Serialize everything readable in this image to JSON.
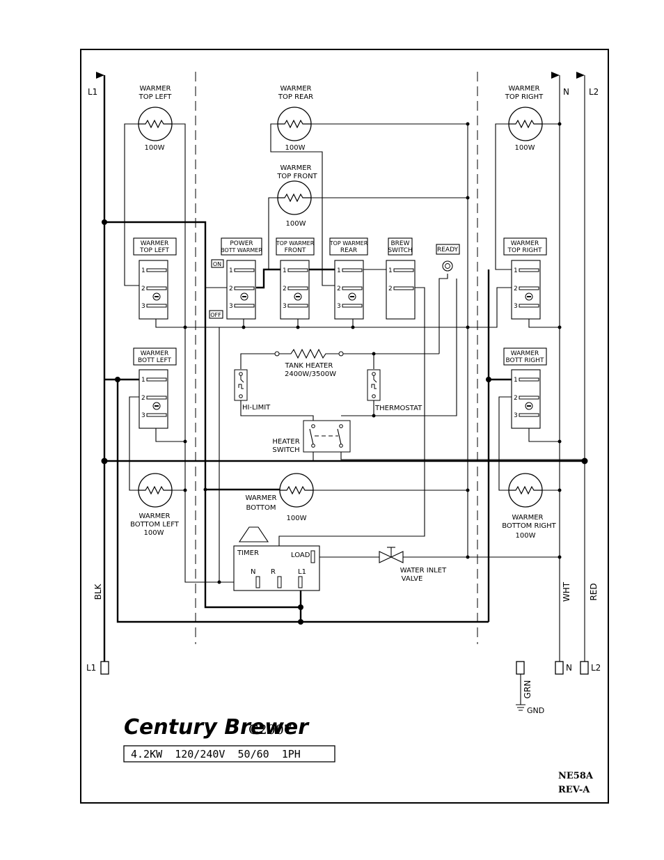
{
  "terminals": {
    "l1_top": "L1",
    "n_top": "N",
    "l2_top": "L2",
    "l1_bottom": "L1",
    "n_bottom": "N",
    "l2_bottom": "L2",
    "gnd": "GND"
  },
  "wire_colors": {
    "l1": "BLK",
    "n": "WHT",
    "l2": "RED",
    "ground": "GRN"
  },
  "warmers": {
    "top_left": {
      "line1": "WARMER",
      "line2": "TOP LEFT",
      "watts": "100W"
    },
    "top_rear": {
      "line1": "WARMER",
      "line2": "TOP REAR",
      "watts": "100W"
    },
    "top_right": {
      "line1": "WARMER",
      "line2": "TOP RIGHT",
      "watts": "100W"
    },
    "top_front": {
      "line1": "WARMER",
      "line2": "TOP FRONT",
      "watts": "100W"
    },
    "bottom": {
      "line1": "WARMER",
      "line2": "BOTTOM",
      "watts": "100W"
    },
    "bottom_left": {
      "line1": "WARMER",
      "line2": "BOTTOM LEFT",
      "watts": "100W"
    },
    "bottom_right": {
      "line1": "WARMER",
      "line2": "BOTTOM RIGHT",
      "watts": "100W"
    }
  },
  "switches": {
    "top_left": {
      "line1": "WARMER",
      "line2": "TOP LEFT"
    },
    "power": {
      "line1": "POWER",
      "line2": "BOTT WARMER"
    },
    "top_front": {
      "line1": "TOP WARMER",
      "line2": "FRONT"
    },
    "top_rear": {
      "line1": "TOP WARMER",
      "line2": "REAR"
    },
    "brew": {
      "line1": "BREW",
      "line2": "SWITCH"
    },
    "top_right": {
      "line1": "WARMER",
      "line2": "TOP RIGHT"
    },
    "bott_left": {
      "line1": "WARMER",
      "line2": "BOTT LEFT"
    },
    "bott_right": {
      "line1": "WARMER",
      "line2": "BOTT RIGHT"
    }
  },
  "switch_terminals": [
    "1",
    "2",
    "3"
  ],
  "power_switch_states": {
    "on": "ON",
    "off": "OFF"
  },
  "ready_light": "READY",
  "tank_heater": {
    "line1": "TANK HEATER",
    "line2": "2400W/3500W"
  },
  "hi_limit": "HI-LIMIT",
  "thermostat": "THERMOSTAT",
  "heater_switch": {
    "line1": "HEATER",
    "line2": "SWITCH"
  },
  "timer": {
    "title": "TIMER",
    "load": "LOAD",
    "n": "N",
    "r": "R",
    "l1": "L1"
  },
  "water_inlet_valve": {
    "line1": "WATER INLET",
    "line2": "VALVE"
  },
  "title_block": {
    "brand": "Century Brewer",
    "model": "C2007",
    "rating": "4.2KW  120/240V  50/60  1PH",
    "drawing_no": "NE58A",
    "revision": "REV-A"
  }
}
